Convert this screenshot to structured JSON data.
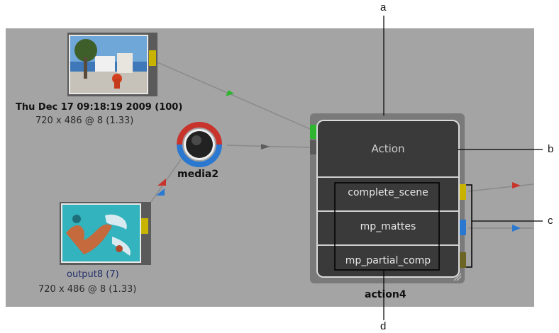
{
  "nodes": {
    "clip1": {
      "title": "Thu Dec 17 09:18:19 2009 (100)",
      "resolution": "720 x 486 @ 8 (1.33)"
    },
    "clip2": {
      "title": "output8 (7)",
      "resolution": "720 x 486 @ 8 (1.33)"
    },
    "media": {
      "title": "media2"
    },
    "action": {
      "name": "action4",
      "header": "Action",
      "outputs": [
        "complete_scene",
        "mp_mattes",
        "mp_partial_comp"
      ]
    }
  },
  "callouts": {
    "a": "a",
    "b": "b",
    "c": "c",
    "d": "d"
  },
  "colors": {
    "background": "#a4a4a4",
    "port_yellow": "#c8b400",
    "port_green": "#2fb52f",
    "port_blue": "#2a78d0",
    "port_red": "#c8342c",
    "port_olive": "#6b6424"
  }
}
